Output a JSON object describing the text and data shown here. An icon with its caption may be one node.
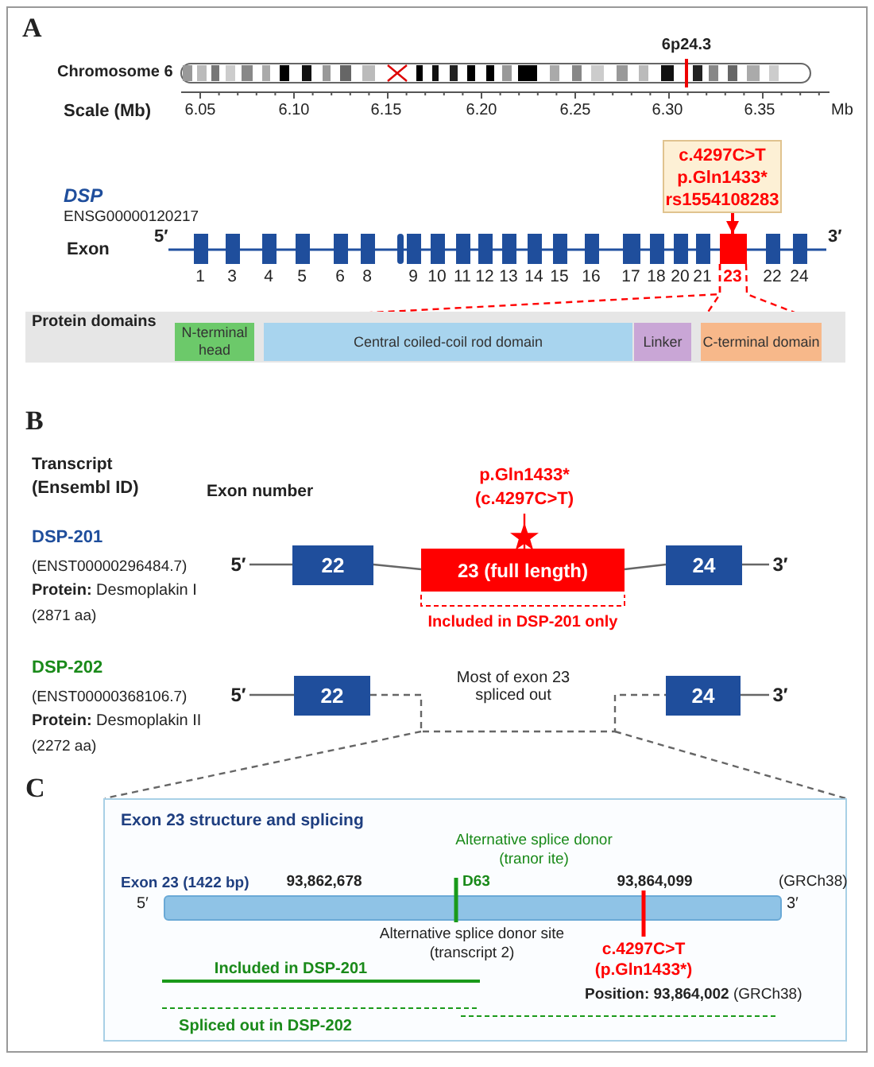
{
  "diagram": {
    "nodes": [
      {
        "text": [
          "c.4297C>T",
          "p.Gln1433*",
          "rs1554108283"
        ]
      },
      {
        "text": [],
        "shape": "box",
        "beside": [
          "1"
        ]
      },
      {
        "text": [],
        "shape": "box",
        "beside": [
          "3"
        ]
      },
      {
        "text": [],
        "shape": "box",
        "beside": [
          "4"
        ]
      },
      {
        "text": [],
        "shape": "box",
        "beside": [
          "5"
        ]
      },
      {
        "text": [],
        "shape": "box",
        "beside": [
          "6"
        ]
      },
      {
        "text": [],
        "shape": "box",
        "beside": [
          "8"
        ]
      },
      {
        "text": [],
        "shape": "bar"
      },
      {
        "text": [],
        "shape": "box",
        "beside": [
          "9"
        ]
      },
      {
        "text": [],
        "shape": "box",
        "beside": [
          "10"
        ]
      },
      {
        "text": [],
        "shape": "box",
        "beside": [
          "11"
        ]
      },
      {
        "text": [],
        "shape": "box",
        "beside": [
          "12"
        ]
      },
      {
        "text": [],
        "shape": "box",
        "beside": [
          "13"
        ]
      },
      {
        "text": [],
        "shape": "box",
        "beside": [
          "14"
        ]
      },
      {
        "text": [],
        "shape": "box",
        "beside": [
          "15"
        ]
      },
      {
        "text": [],
        "shape": "box",
        "beside": [
          "16"
        ]
      },
      {
        "text": [],
        "shape": "box",
        "beside": [
          "17"
        ]
      },
      {
        "text": [],
        "shape": "box",
        "beside": [
          "18"
        ]
      },
      {
        "text": [],
        "shape": "box",
        "beside": [
          "20"
        ]
      },
      {
        "text": [],
        "shape": "box",
        "beside": [
          "21"
        ]
      },
      {
        "text": [],
        "shape": "box",
        "beside": [
          "23"
        ]
      },
      {
        "text": [],
        "shape": "box",
        "beside": [
          "22"
        ]
      },
      {
        "text": [],
        "shape": "box",
        "beside": [
          "24"
        ]
      },
      {
        "text": [
          "Protein domains"
        ]
      },
      {
        "text": [
          "N-terminal head"
        ],
        "in": 23
      },
      {
        "text": [
          "Central coiled-coil rod domain"
        ],
        "in": 23
      },
      {
        "text": [
          "Linker"
        ],
        "in": 23
      },
      {
        "text": [
          "C-terminal domain"
        ],
        "in": 23
      },
      {
        "text": [
          "p.Gln1433*",
          "(c.4297C>T)"
        ]
      },
      {
        "text": [
          "5′"
        ]
      },
      {
        "text": [
          "22"
        ]
      },
      {
        "text": [
          "23 (full length)"
        ],
        "beside": [
          "Included in DSP-201 only"
        ]
      },
      {
        "text": [
          "24"
        ]
      },
      {
        "text": [
          "3′"
        ]
      },
      {
        "text": [
          "5′"
        ]
      },
      {
        "text": [
          "22"
        ]
      },
      {
        "text": [
          "24"
        ]
      },
      {
        "text": [
          "3′"
        ]
      },
      {
        "text": [
          "Exon 23 structure and splicing"
        ]
      },
      {
        "text": [],
        "shape": "bar",
        "in": 38,
        "beside": [
          "Exon 23 (1422 bp)"
        ]
      }
    ],
    "edges": [
      {
        "from": 0,
        "to": 20,
        "arrow": "to",
        "color": "#ff0000"
      },
      {
        "from": 20,
        "to": 24,
        "arrow": "none",
        "style": "dashed",
        "color": "#ff0000"
      },
      {
        "from": 20,
        "to": 27,
        "arrow": "none",
        "style": "dashed",
        "color": "#ff0000"
      },
      {
        "from": 20,
        "to": 27,
        "arrow": "none",
        "style": "dashed",
        "color": "#ff0000"
      },
      {
        "from": 28,
        "to": 31,
        "arrow": "other",
        "color": "#ff0000"
      },
      {
        "from": 29,
        "to": 30,
        "arrow": "none"
      },
      {
        "from": 30,
        "to": 31,
        "arrow": "none"
      },
      {
        "from": 31,
        "to": 32,
        "arrow": "none"
      },
      {
        "from": 32,
        "to": 33,
        "arrow": "none"
      },
      {
        "from": 34,
        "to": 35,
        "arrow": "none"
      },
      {
        "from": 35,
        "to": 36,
        "arrow": "none",
        "style": "dashed"
      },
      {
        "from": 36,
        "to": 37,
        "arrow": "none"
      },
      {
        "from": null,
        "to": 38,
        "arrow": "none",
        "style": "dashed"
      },
      {
        "from": null,
        "to": 38,
        "arrow": "none",
        "style": "dashed"
      }
    ],
    "labels": [
      "A",
      "Chromosome 6",
      "6p24.3",
      "Scale (Mb)",
      "6.05",
      "6.10",
      "6.15",
      "6.20",
      "6.25",
      "6.30",
      "6.35",
      "Mb",
      "DSP",
      "ENSG00000120217",
      "Exon",
      "5′",
      "3′",
      "B",
      "Transcript",
      "(Ensembl ID)",
      "Exon number",
      "DSP-201",
      "(ENST00000296484.7)",
      "**Protein:** Desmoplakin I",
      "(2871 aa)",
      "DSP-202",
      "(ENST00000368106.7)",
      "**Protein:** Desmoplakin II",
      "(2272 aa)",
      "Most of exon 23 spliced out",
      "C",
      "Alternative splice donor",
      "(tranor ite)",
      "93,862,678",
      "D63",
      "93,864,099",
      "(GRCh38)",
      "5′",
      "3′",
      "Alternative splice donor site",
      "(transcript 2)",
      "c.4297C>T",
      "Included in DSP-201",
      "(p.Gln1433*)",
      "**Position: 93,864,002** (GRCh38)",
      "Spliced out in DSP-202"
    ]
  }
}
